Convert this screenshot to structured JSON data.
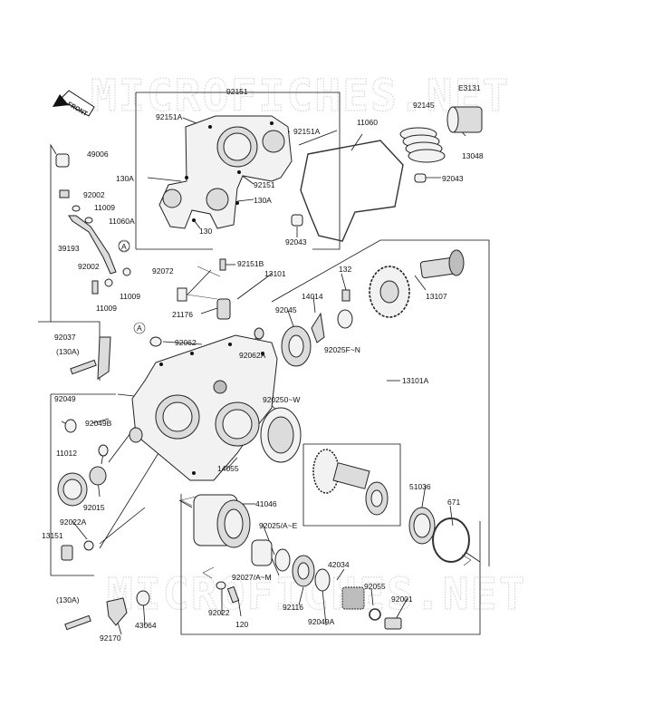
{
  "watermark": "MICROFICHES.NET",
  "diagram_code": "E3131",
  "front_label": "FRONT",
  "callouts": [
    {
      "id": "c01",
      "text": "92151"
    },
    {
      "id": "c02",
      "text": "92151A"
    },
    {
      "id": "c03",
      "text": "92151A"
    },
    {
      "id": "c04",
      "text": "130A"
    },
    {
      "id": "c05",
      "text": "92151"
    },
    {
      "id": "c06",
      "text": "130A"
    },
    {
      "id": "c07",
      "text": "130"
    },
    {
      "id": "c08",
      "text": "11060"
    },
    {
      "id": "c09",
      "text": "92145"
    },
    {
      "id": "c10",
      "text": "13048"
    },
    {
      "id": "c11",
      "text": "92043"
    },
    {
      "id": "c12",
      "text": "92043"
    },
    {
      "id": "c13",
      "text": "49006"
    },
    {
      "id": "c14",
      "text": "92002"
    },
    {
      "id": "c15",
      "text": "11009"
    },
    {
      "id": "c16",
      "text": "11060A"
    },
    {
      "id": "c17",
      "text": "39193"
    },
    {
      "id": "c18",
      "text": "92002"
    },
    {
      "id": "c19",
      "text": "11009"
    },
    {
      "id": "c20",
      "text": "11009"
    },
    {
      "id": "c21",
      "text": "92072"
    },
    {
      "id": "c22",
      "text": "92151B"
    },
    {
      "id": "c23",
      "text": "13101"
    },
    {
      "id": "c24",
      "text": "132"
    },
    {
      "id": "c25",
      "text": "13107"
    },
    {
      "id": "c26",
      "text": "14014"
    },
    {
      "id": "c27",
      "text": "21176"
    },
    {
      "id": "c28",
      "text": "92045"
    },
    {
      "id": "c29",
      "text": "92025F~N"
    },
    {
      "id": "c30",
      "text": "92037"
    },
    {
      "id": "c31",
      "text": "(130A)"
    },
    {
      "id": "c32",
      "text": "92062"
    },
    {
      "id": "c33",
      "text": "92062A"
    },
    {
      "id": "c34",
      "text": "13101A"
    },
    {
      "id": "c35",
      "text": "92049"
    },
    {
      "id": "c36",
      "text": "92049B"
    },
    {
      "id": "c37",
      "text": "920250~W"
    },
    {
      "id": "c38",
      "text": "11012"
    },
    {
      "id": "c39",
      "text": "14055"
    },
    {
      "id": "c40",
      "text": "92015"
    },
    {
      "id": "c41",
      "text": "51036"
    },
    {
      "id": "c42",
      "text": "671"
    },
    {
      "id": "c43",
      "text": "41046"
    },
    {
      "id": "c44",
      "text": "92022A"
    },
    {
      "id": "c45",
      "text": "13151"
    },
    {
      "id": "c46",
      "text": "92025/A~E"
    },
    {
      "id": "c47",
      "text": "42034"
    },
    {
      "id": "c48",
      "text": "92027/A~M"
    },
    {
      "id": "c49",
      "text": "92055"
    },
    {
      "id": "c50",
      "text": "92001"
    },
    {
      "id": "c51",
      "text": "(130A)"
    },
    {
      "id": "c52",
      "text": "92022"
    },
    {
      "id": "c53",
      "text": "92116"
    },
    {
      "id": "c54",
      "text": "43064"
    },
    {
      "id": "c55",
      "text": "120"
    },
    {
      "id": "c56",
      "text": "92049A"
    },
    {
      "id": "c57",
      "text": "92170"
    },
    {
      "id": "c58",
      "text": "A"
    },
    {
      "id": "c59",
      "text": "A"
    }
  ]
}
